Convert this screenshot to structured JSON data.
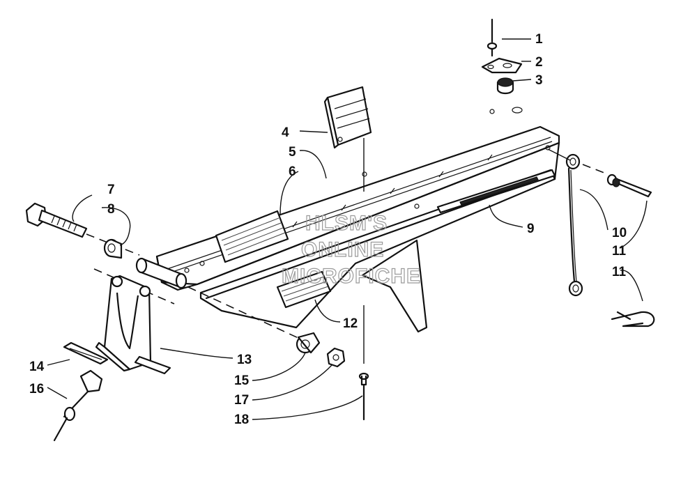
{
  "callouts": [
    "1",
    "2",
    "3",
    "4",
    "5",
    "6",
    "7",
    "8",
    "9",
    "10",
    "11",
    "11",
    "12",
    "13",
    "14",
    "15",
    "16",
    "17",
    "18"
  ],
  "watermark": [
    "HLSM'S",
    "ONLINE",
    "MICROFICHE"
  ]
}
